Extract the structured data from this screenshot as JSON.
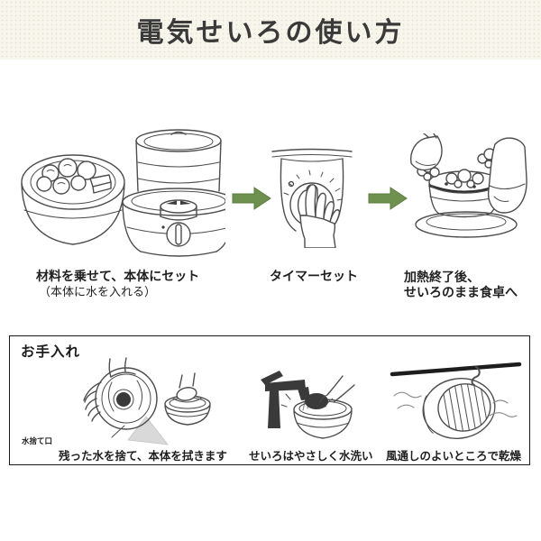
{
  "banner": {
    "title": "電気せいろの使い方",
    "bg_color": "#f7f6ec",
    "text_color": "#3a3a3a"
  },
  "colors": {
    "arrow_green": "#6f9150",
    "line_art": "#4d4d4d",
    "care_border": "#1a1a1a",
    "page_bg": "#ffffff"
  },
  "steps": [
    {
      "illustration": "steamer-basket-with-food-and-body-unit",
      "caption": "材料を乗せて、本体にセット",
      "subcaption": "（本体に水を入れる）"
    },
    {
      "illustration": "hand-setting-timer-dial",
      "caption": "タイマーセット"
    },
    {
      "illustration": "carrying-hot-steamer-to-table",
      "caption": "加熱終了後、",
      "caption2": "せいろのまま食卓へ"
    }
  ],
  "arrow_icon_name": "right-arrow",
  "care": {
    "heading": "お手入れ",
    "items": [
      {
        "illustration": "pour-out-remaining-water-and-wipe-body",
        "port_label": "水捨て口",
        "caption": "残った水を捨て、本体を拭きます"
      },
      {
        "illustration": "wash-steamer-gently-under-tap",
        "caption": "せいろはやさしく水洗い"
      },
      {
        "illustration": "hang-dry-steamer-in-breeze",
        "caption": "風通しのよいところで乾燥"
      }
    ]
  }
}
